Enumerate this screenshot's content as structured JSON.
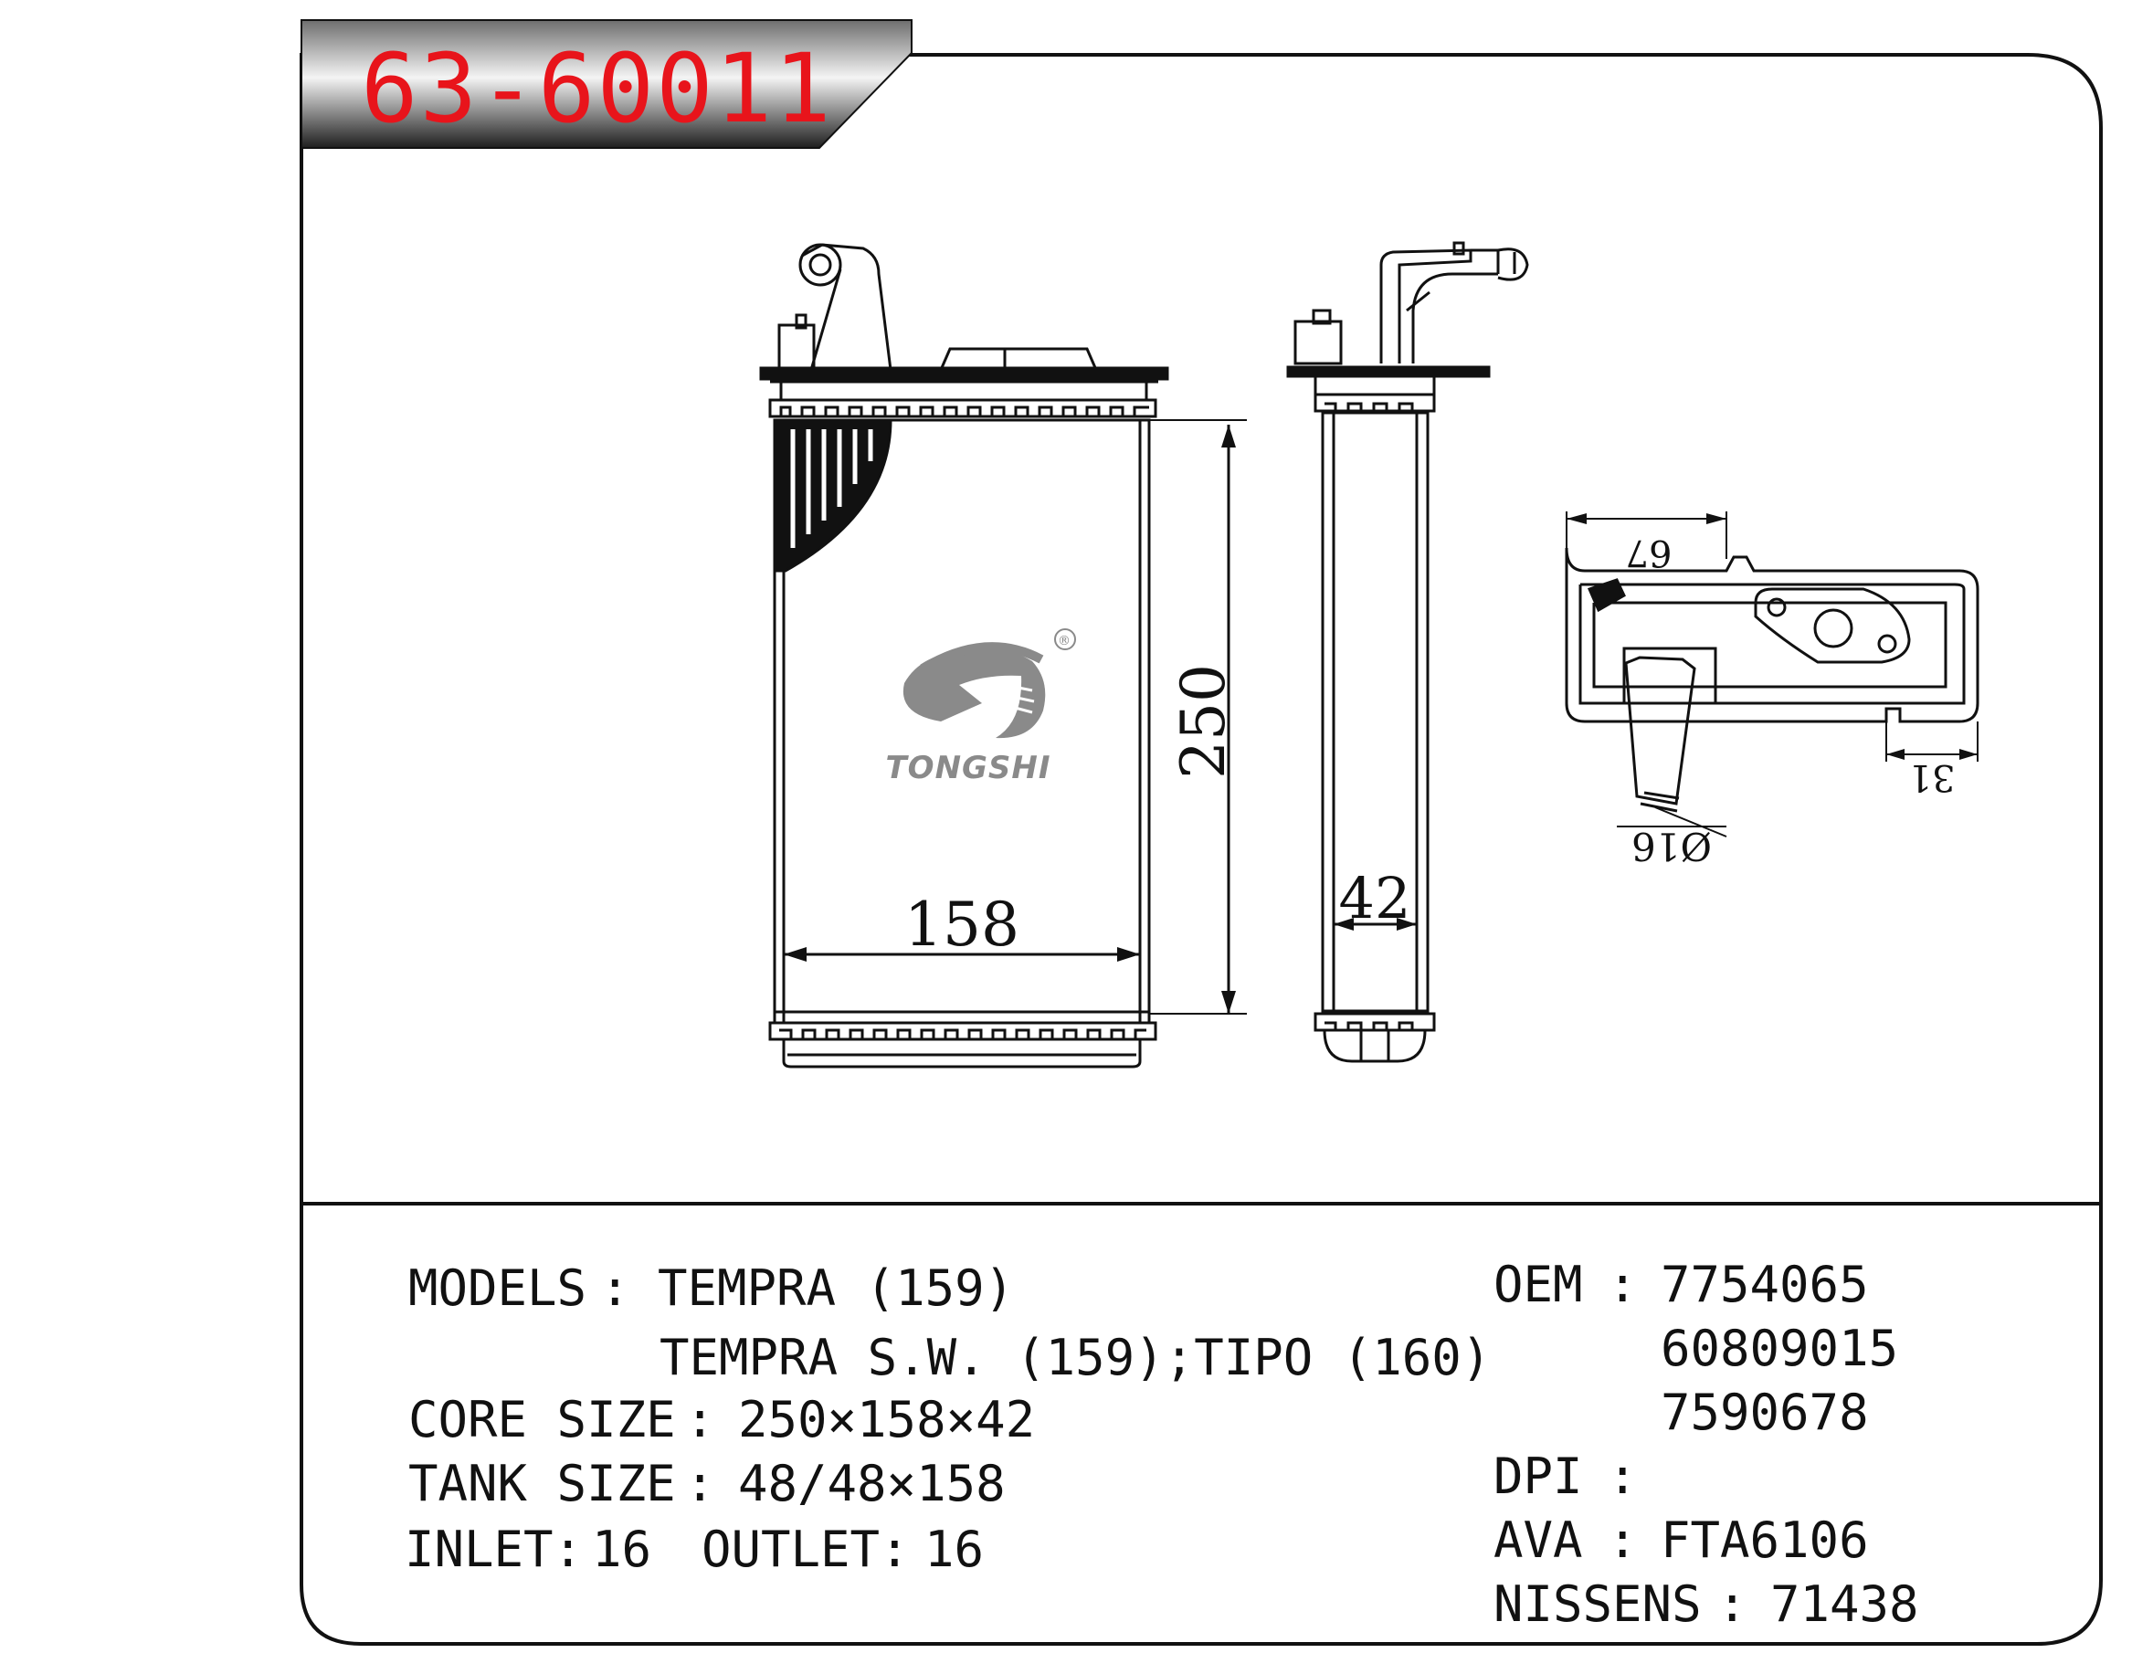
{
  "part_number": "63-60011",
  "dimensions": {
    "core_height": "250",
    "core_width": "158",
    "core_depth": "42",
    "flange_width": "67",
    "flange_offset": "31",
    "pipe_diameter": "Ø16"
  },
  "brand": {
    "name": "TONGSHI",
    "registered": "®"
  },
  "specs": {
    "models_label": "MODELS",
    "models_line1": "TEMPRA (159)",
    "models_line2": "TEMPRA S.W. (159);TIPO (160)",
    "core_size_label": "CORE SIZE",
    "core_size_value": "250×158×42",
    "tank_size_label": "TANK SIZE",
    "tank_size_value": "48/48×158",
    "inlet_label": "INLET:",
    "inlet_value": "16",
    "outlet_label": "OUTLET:",
    "outlet_value": "16"
  },
  "refs": {
    "oem_label": "OEM",
    "oem_values": [
      "7754065",
      "60809015",
      "7590678"
    ],
    "dpi_label": "DPI",
    "dpi_value": "",
    "ava_label": "AVA",
    "ava_value": "FTA6106",
    "nissens_label": "NISSENS",
    "nissens_value": "71438"
  },
  "colors": {
    "title_red": "#e8141b",
    "line": "#111111",
    "logo_gray": "#8a8a8a"
  }
}
